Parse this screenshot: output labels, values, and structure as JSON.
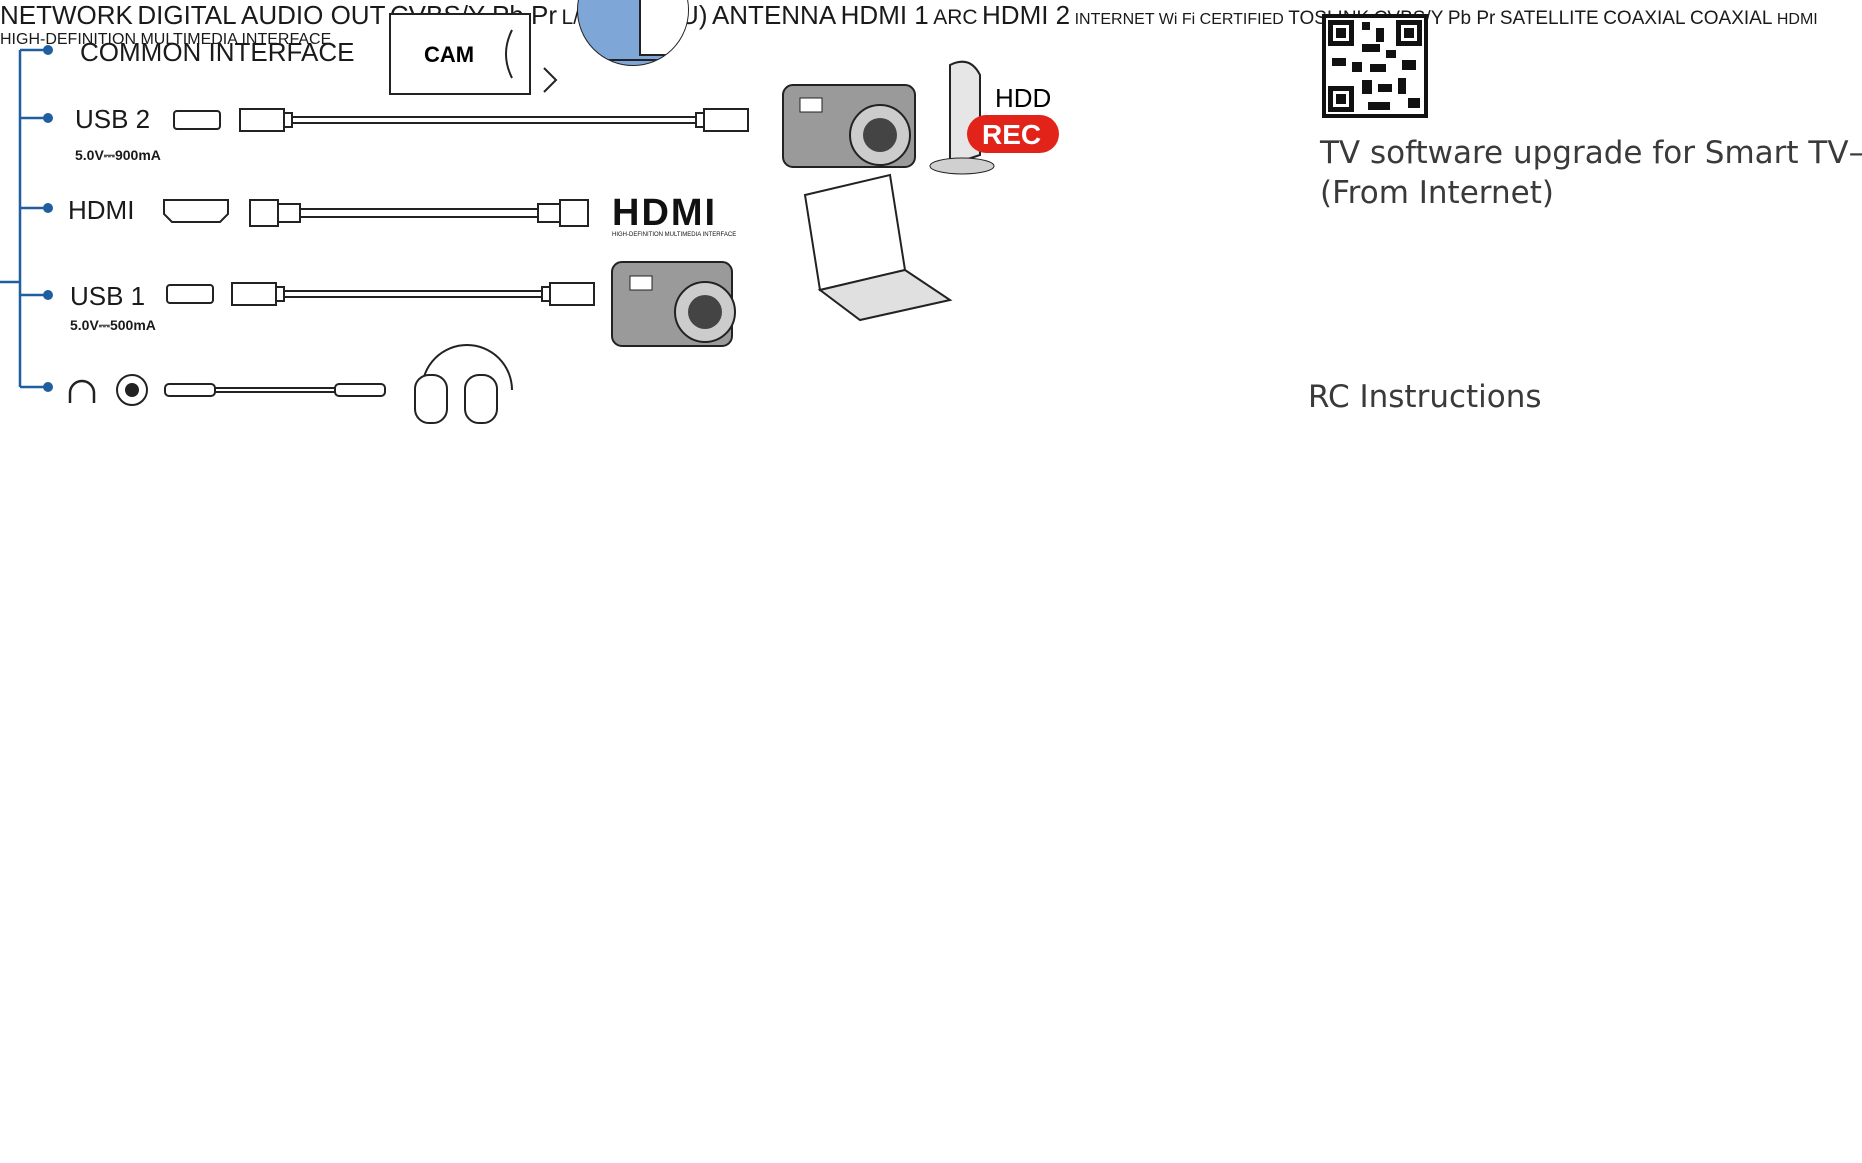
{
  "top_ports": {
    "common_interface": "COMMON INTERFACE",
    "cam": "CAM",
    "usb2": "USB 2",
    "usb2_rating": "5.0V⎓900mA",
    "hdmi": "HDMI",
    "usb1": "USB 1",
    "usb1_rating": "5.0V⎓500mA",
    "hdd": "HDD",
    "rec": "REC",
    "hdmi_logo": "HDMI",
    "hdmi_logo_sub": "HIGH-DEFINITION MULTIMEDIA INTERFACE"
  },
  "qr": {
    "software_line1": "TV software upgrade for Smart TV–",
    "software_line2": "(From Internet)",
    "rc": "RC Instructions"
  },
  "bottom_ports": {
    "network": "NETWORK",
    "digital_line1": "DIGITAL",
    "digital_line2": "AUDIO OUT",
    "cvbs_title": "CVBS/Y  Pb Pr",
    "cvbs_sub": "L/R",
    "sat": "SAT (EU)",
    "antenna": "ANTENNA",
    "hdmi1": "HDMI 1",
    "hdmi1_sub": "ARC",
    "hdmi2": "HDMI 2"
  },
  "cable_tags": {
    "toslink": "TOSLINK",
    "cvbs_line1": "CVBS/Y",
    "cvbs_line2": "Pb Pr",
    "satellite_line1": "SATELLITE",
    "satellite_line2": "COAXIAL",
    "coaxial": "COAXIAL"
  },
  "network_extras": {
    "internet": "INTERNET",
    "wifi": "Wi Fi",
    "certified": "CERTIFIED"
  },
  "colors": {
    "connector_line": "#1f5fa0",
    "tag_bg": "#5b8fcf",
    "rec_red": "#e2231a",
    "rca_green": "#2e9e3e",
    "rca_blue": "#1d8fd8",
    "rca_red": "#e2231a"
  }
}
